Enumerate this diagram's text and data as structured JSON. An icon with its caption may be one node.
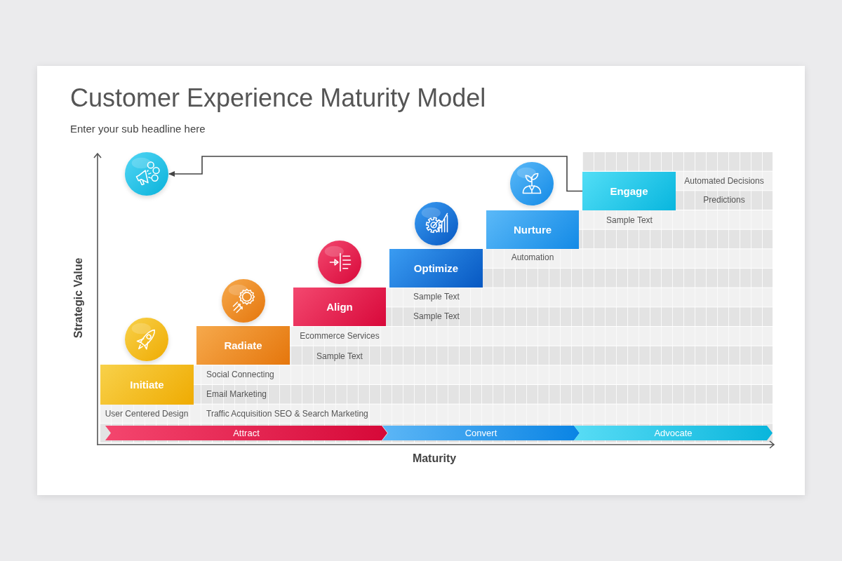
{
  "diagram": {
    "title": "Customer Experience Maturity Model",
    "nodes": [
      {
        "text": [
          "Initiate"
        ],
        "beside": [
          "User Centered Design"
        ]
      },
      {
        "text": [
          "Radiate"
        ],
        "beside": [
          "Social Connecting",
          "Email Marketing",
          "Traffic Acquisition SEO & Search Marketing"
        ]
      },
      {
        "text": [
          "Align"
        ],
        "beside": [
          "Ecommerce Services",
          "Sample Text"
        ]
      },
      {
        "text": [
          "Optimize"
        ],
        "beside": [
          "Sample Text",
          "Sample Text"
        ]
      },
      {
        "text": [
          "Nurture"
        ],
        "beside": [
          "Automation"
        ]
      },
      {
        "text": [
          "Engage"
        ],
        "beside": [
          "Automated Decisions",
          "Predictions",
          "Sample Text"
        ]
      },
      {
        "text": [],
        "shape": "circle"
      },
      {
        "text": [
          "Attract"
        ]
      },
      {
        "text": [
          "Convert"
        ]
      },
      {
        "text": [
          "Advocate"
        ]
      }
    ],
    "edges": [
      {
        "from": 5,
        "to": 6,
        "arrow": "to"
      }
    ],
    "labels": [
      "Enter your sub headline here",
      "Strategic Value",
      "Maturity"
    ]
  }
}
